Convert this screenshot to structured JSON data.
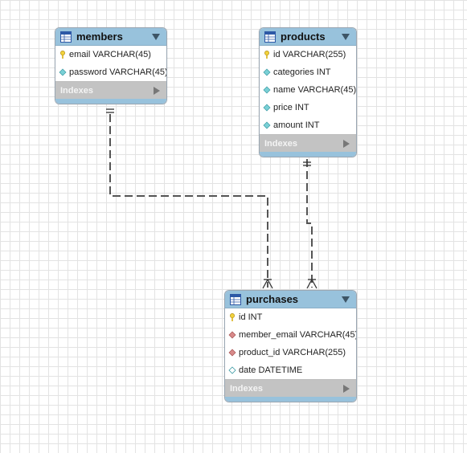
{
  "entities": {
    "members": {
      "name": "members",
      "indexes_label": "Indexes",
      "columns": [
        {
          "text": "email VARCHAR(45)",
          "icon": "primary-key-icon"
        },
        {
          "text": "password VARCHAR(45)",
          "icon": "column-diamond-icon"
        }
      ]
    },
    "products": {
      "name": "products",
      "indexes_label": "Indexes",
      "columns": [
        {
          "text": "id VARCHAR(255)",
          "icon": "primary-key-icon"
        },
        {
          "text": "categories INT",
          "icon": "column-diamond-icon"
        },
        {
          "text": "name VARCHAR(45)",
          "icon": "column-diamond-icon"
        },
        {
          "text": "price INT",
          "icon": "column-diamond-icon"
        },
        {
          "text": "amount INT",
          "icon": "column-diamond-icon"
        }
      ]
    },
    "purchases": {
      "name": "purchases",
      "indexes_label": "Indexes",
      "columns": [
        {
          "text": "id INT",
          "icon": "primary-key-icon"
        },
        {
          "text": "member_email VARCHAR(45)",
          "icon": "foreign-key-icon"
        },
        {
          "text": "product_id VARCHAR(255)",
          "icon": "foreign-key-icon"
        },
        {
          "text": "date DATETIME",
          "icon": "nullable-column-icon"
        }
      ]
    }
  },
  "relationships": [
    {
      "from": "members",
      "to": "purchases",
      "from_cardinality": "one-mandatory",
      "to_cardinality": "many-mandatory"
    },
    {
      "from": "products",
      "to": "purchases",
      "from_cardinality": "one-mandatory",
      "to_cardinality": "many-mandatory"
    }
  ],
  "colors": {
    "header": "#98c2dc",
    "indexes_bar": "#c3c3c3",
    "primary_key": "#f2d23c",
    "column": "#7ad0d6",
    "foreign_key": "#d88a8a",
    "connector": "#555555"
  }
}
